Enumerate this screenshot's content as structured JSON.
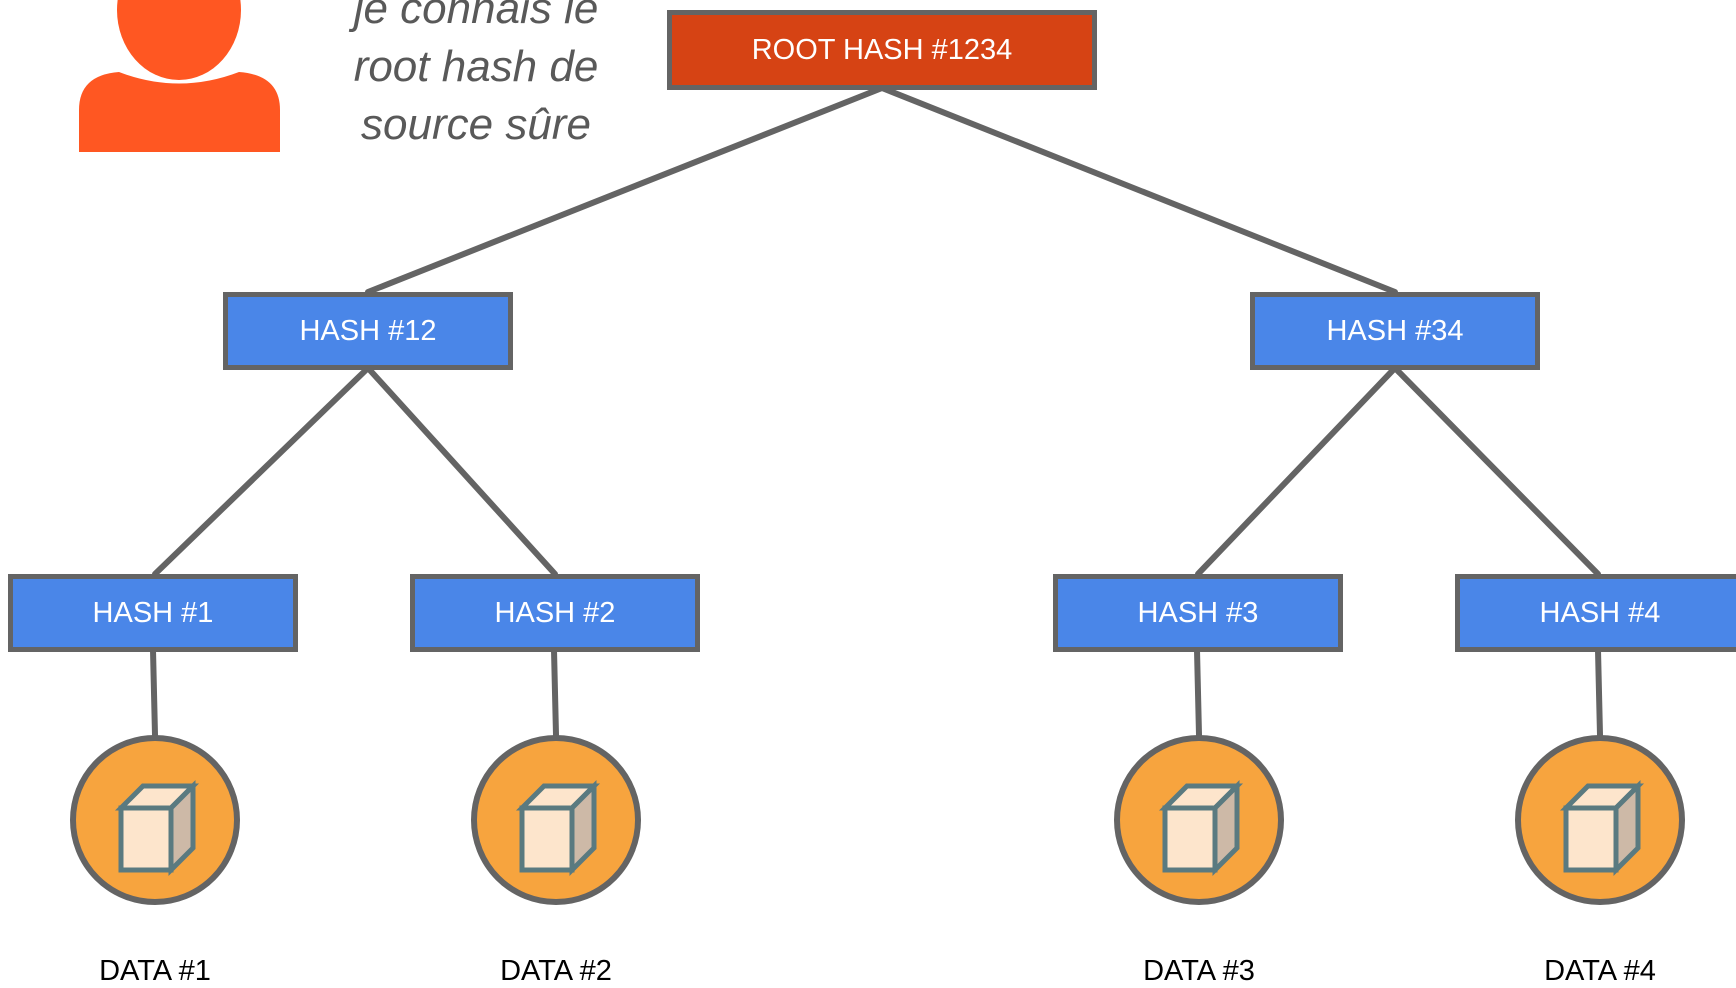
{
  "caption_lines": [
    "je connais le",
    "root hash de",
    "source sûre"
  ],
  "root": {
    "label": "ROOT HASH #1234",
    "color": "#d64314"
  },
  "level1": [
    {
      "label": "HASH #12"
    },
    {
      "label": "HASH #34"
    }
  ],
  "leaves": [
    {
      "label": "HASH #1"
    },
    {
      "label": "HASH #2"
    },
    {
      "label": "HASH #3"
    },
    {
      "label": "HASH #4"
    }
  ],
  "data": [
    {
      "label": "DATA #1",
      "icon": "box-icon"
    },
    {
      "label": "DATA #2",
      "icon": "box-icon"
    },
    {
      "label": "DATA #3",
      "icon": "box-icon"
    },
    {
      "label": "DATA #4",
      "icon": "box-icon"
    }
  ],
  "colors": {
    "hash_node": "#4a86e8",
    "root_node": "#d64314",
    "data_circle": "#f7a43e",
    "user_icon": "#ff5722",
    "connector": "#646464"
  },
  "user_icon": "person-icon"
}
